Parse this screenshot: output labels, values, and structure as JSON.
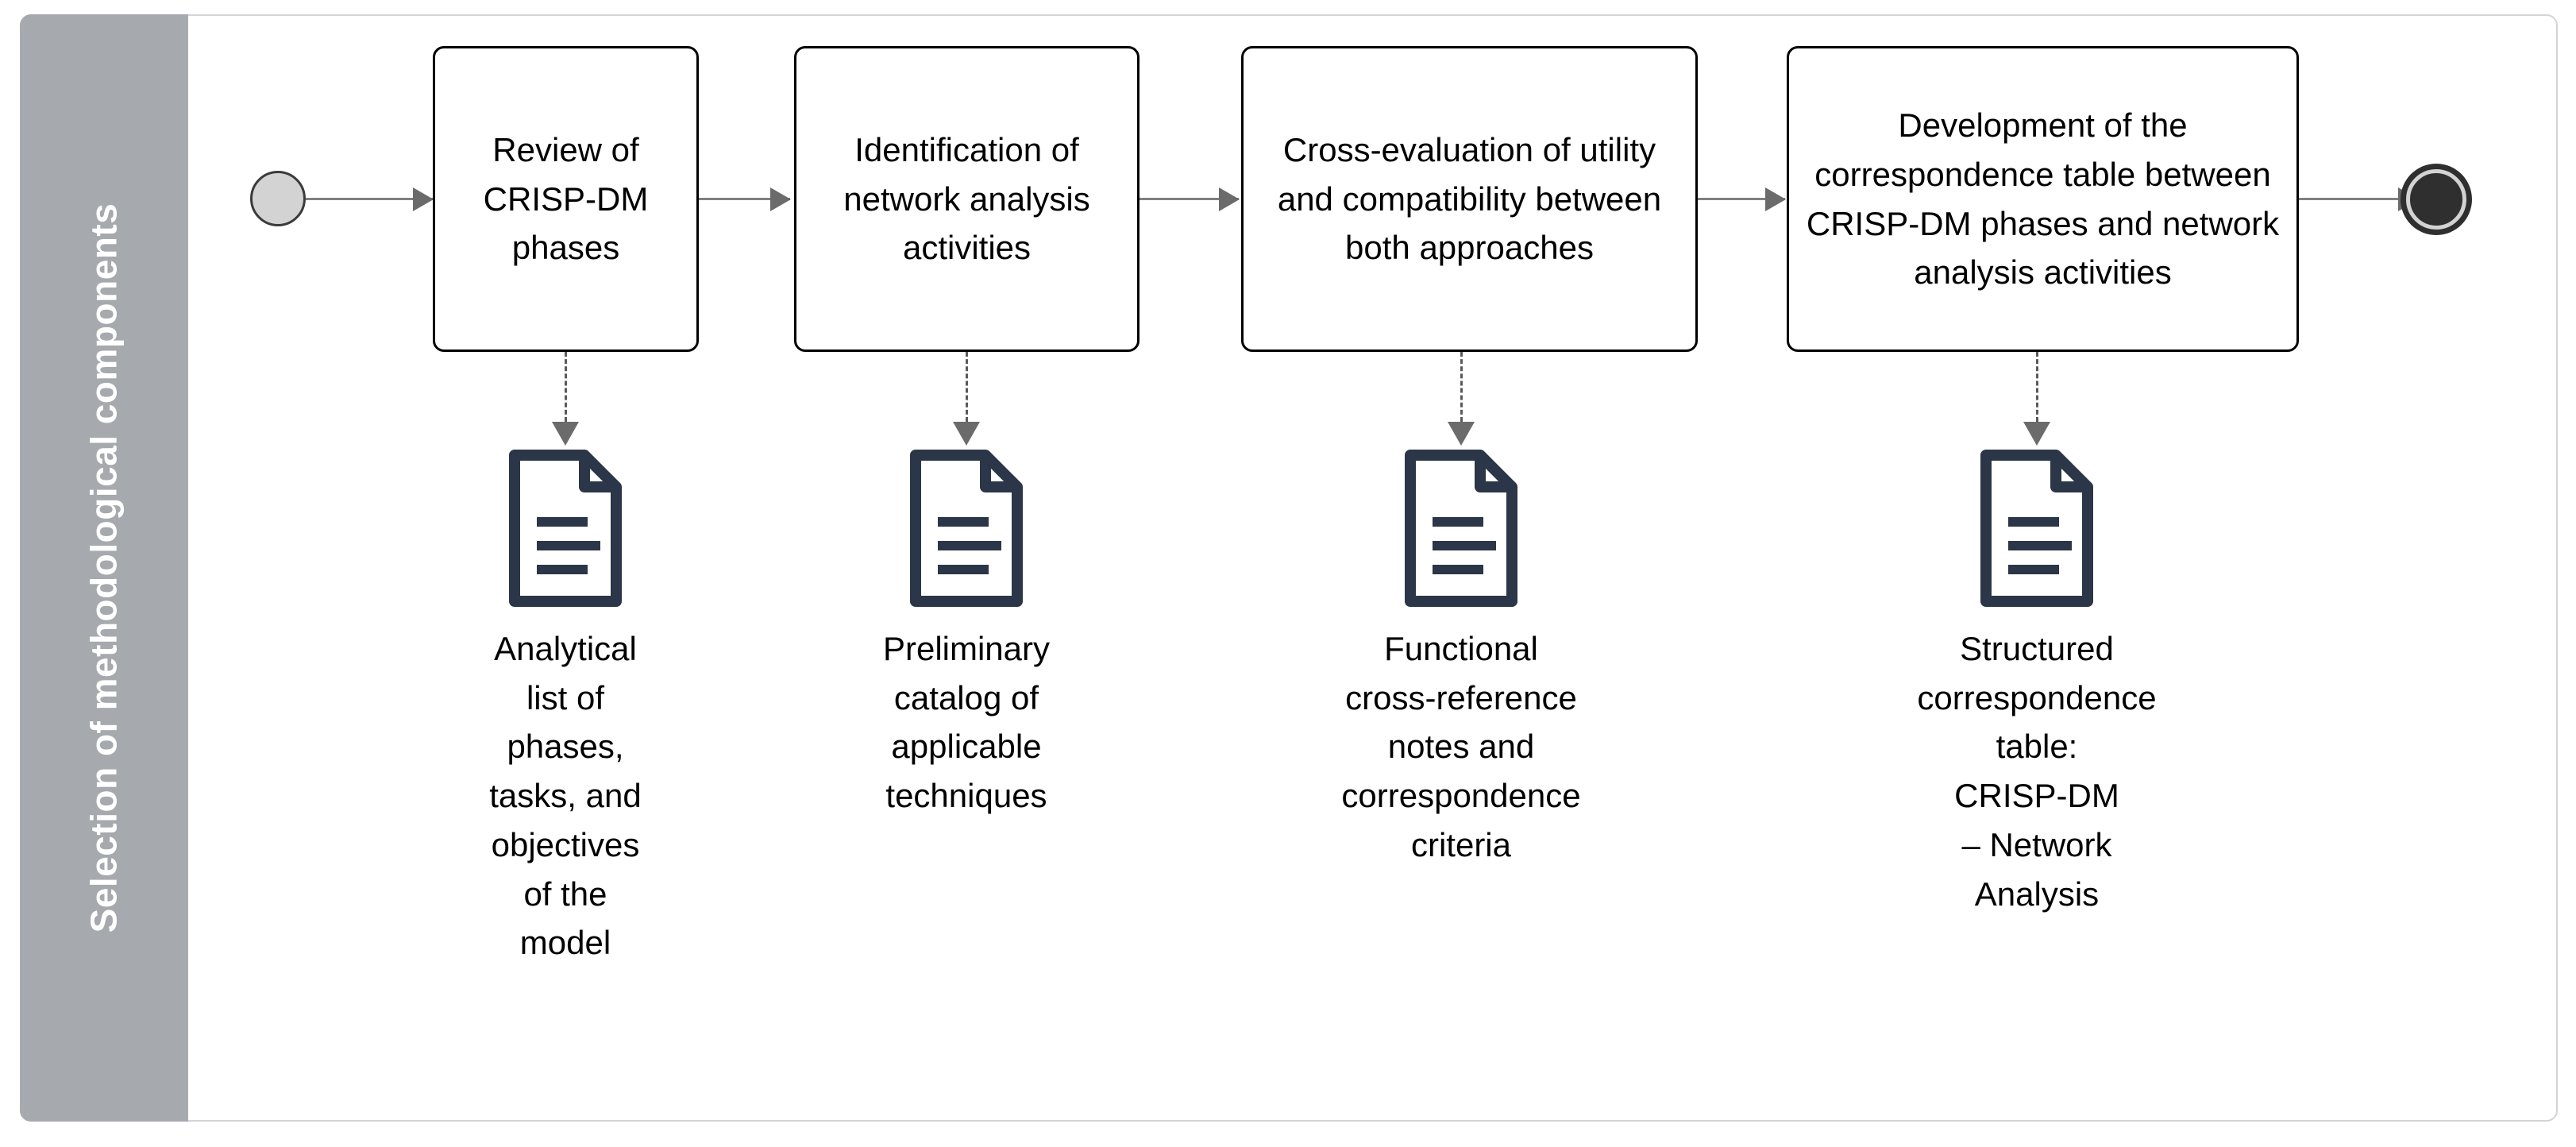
{
  "lane": {
    "title": "Selection of methodological components",
    "color": "#a6a9ad"
  },
  "flow": {
    "start_node": "start-event",
    "end_node": "end-event",
    "connector_color": "#808080",
    "box_border_color": "#000000",
    "document_icon_color": "#2b3648"
  },
  "steps": [
    {
      "id": "step-1",
      "label": "Review of\nCRISP-DM\nphases",
      "artifact_icon": "document-icon",
      "artifact_caption": "Analytical\nlist of\nphases,\ntasks, and\nobjectives\nof the\nmodel"
    },
    {
      "id": "step-2",
      "label": "Identification of\nnetwork analysis\nactivities",
      "artifact_icon": "document-icon",
      "artifact_caption": "Preliminary\ncatalog of\napplicable\ntechniques"
    },
    {
      "id": "step-3",
      "label": "Cross-evaluation of\nutility and\ncompatibility between\nboth approaches",
      "artifact_icon": "document-icon",
      "artifact_caption": "Functional\ncross-reference\nnotes and\ncorrespondence\ncriteria"
    },
    {
      "id": "step-4",
      "label": "Development of the\ncorrespondence table\nbetween CRISP-DM\nphases and network\nanalysis activities",
      "artifact_icon": "document-icon",
      "artifact_caption": "Structured\ncorrespondence\ntable:\nCRISP-DM\n– Network\nAnalysis"
    }
  ]
}
